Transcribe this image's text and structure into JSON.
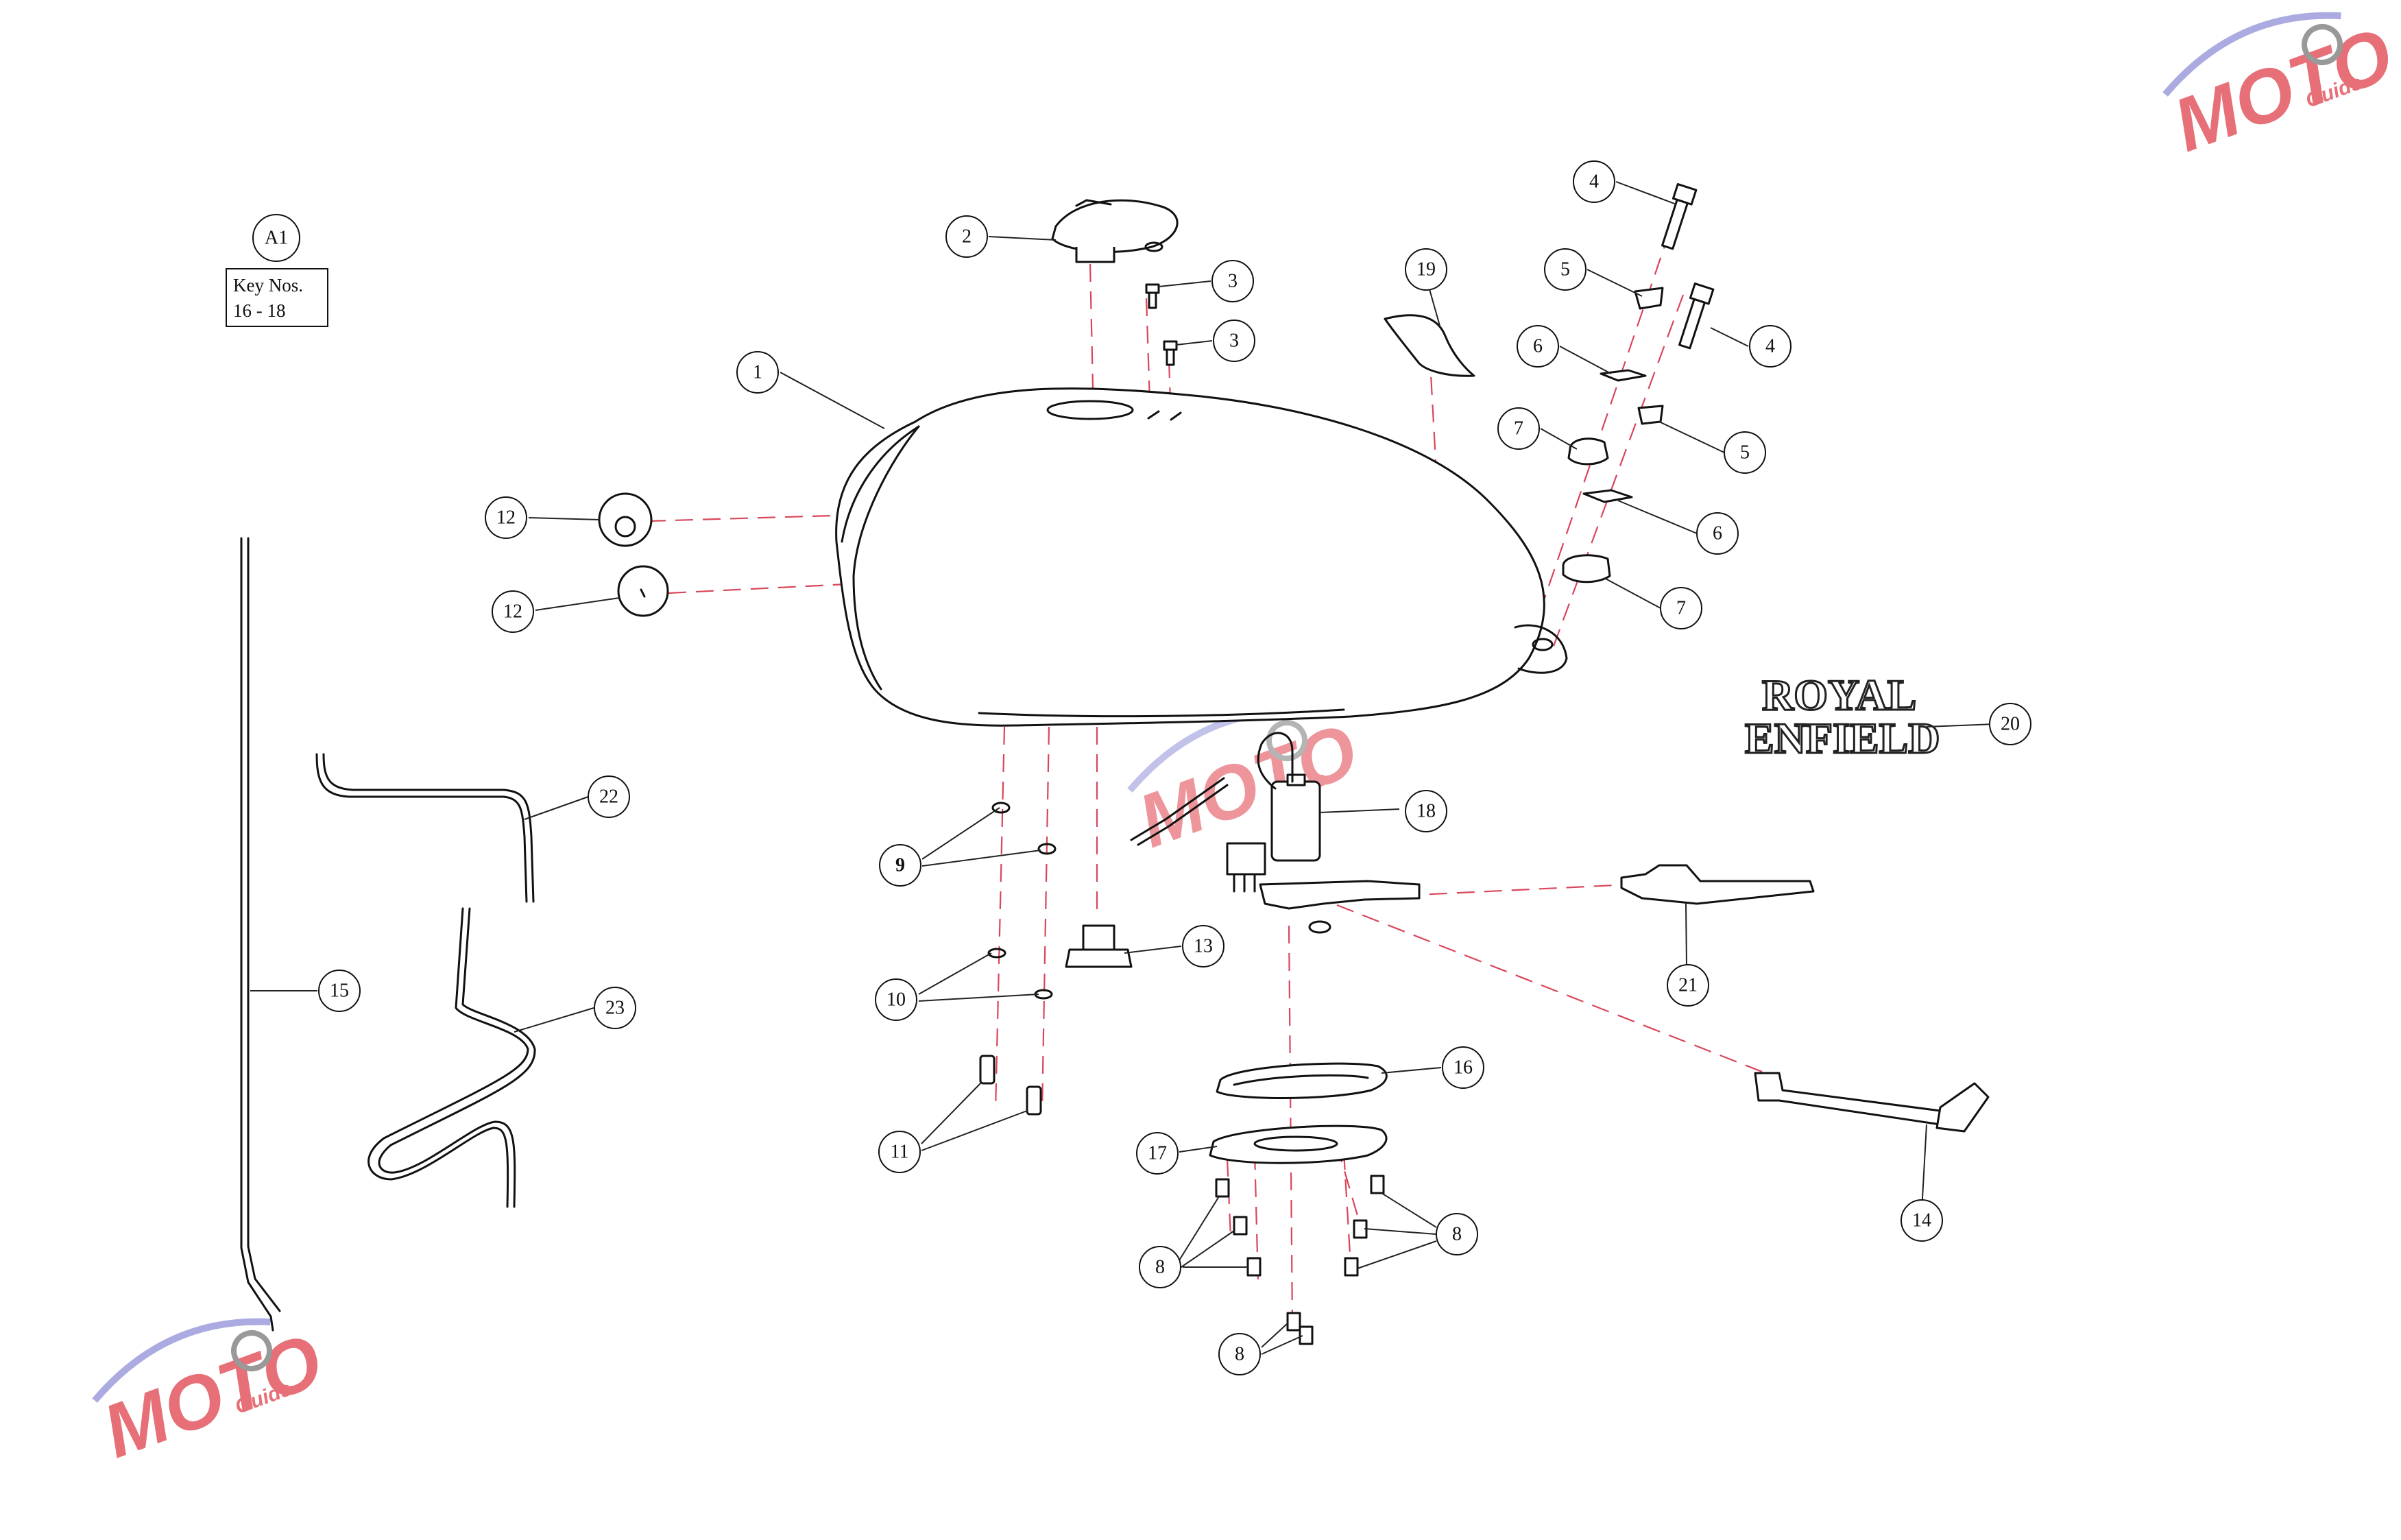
{
  "assembly": {
    "callout": "A1",
    "key_title": "Key Nos.",
    "key_range": "16 - 18"
  },
  "brand_decal": {
    "line1": "ROYAL",
    "line2": "ENFIELD"
  },
  "watermark": {
    "text": "MOTO",
    "subtext": "Guids",
    "color_primary": "#e0404a",
    "color_secondary": "#8f8fd8"
  },
  "colors": {
    "line": "#111111",
    "dash": "#d9465a"
  },
  "callouts": [
    {
      "label": "1"
    },
    {
      "label": "2"
    },
    {
      "label": "3"
    },
    {
      "label": "3"
    },
    {
      "label": "4"
    },
    {
      "label": "4"
    },
    {
      "label": "5"
    },
    {
      "label": "5"
    },
    {
      "label": "6"
    },
    {
      "label": "6"
    },
    {
      "label": "7"
    },
    {
      "label": "7"
    },
    {
      "label": "8"
    },
    {
      "label": "8"
    },
    {
      "label": "8"
    },
    {
      "label": "9"
    },
    {
      "label": "10"
    },
    {
      "label": "11"
    },
    {
      "label": "12"
    },
    {
      "label": "12"
    },
    {
      "label": "13"
    },
    {
      "label": "14"
    },
    {
      "label": "15"
    },
    {
      "label": "16"
    },
    {
      "label": "17"
    },
    {
      "label": "18"
    },
    {
      "label": "19"
    },
    {
      "label": "20"
    },
    {
      "label": "21"
    },
    {
      "label": "22"
    },
    {
      "label": "23"
    }
  ]
}
